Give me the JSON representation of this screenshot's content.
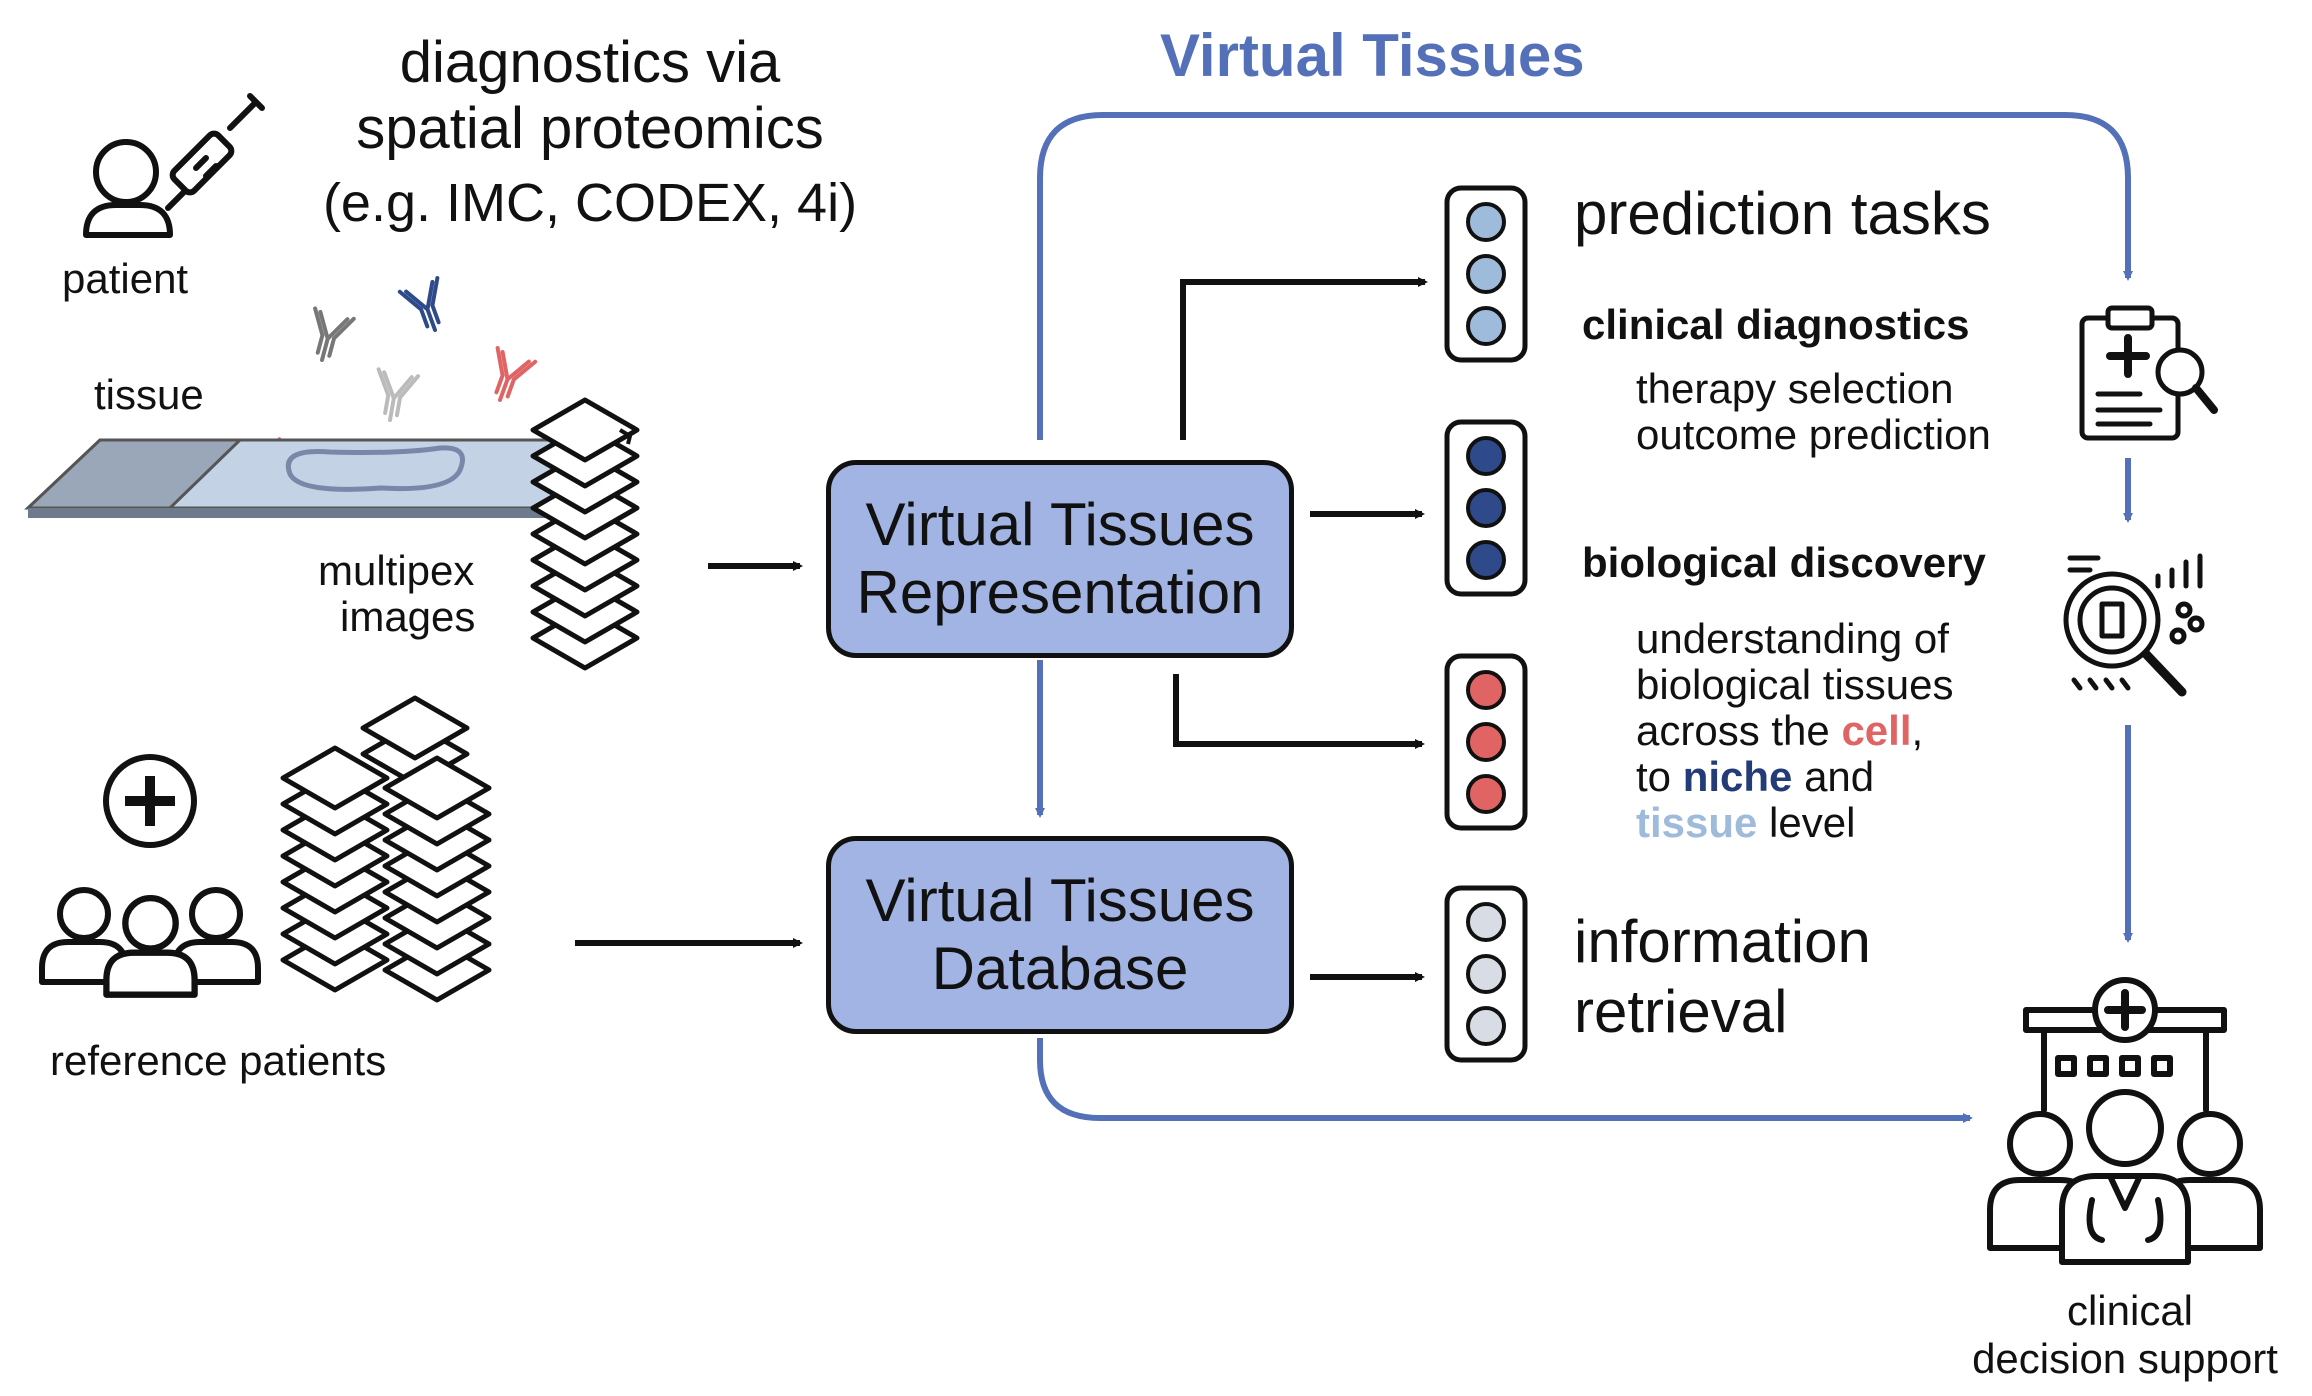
{
  "left": {
    "heading_line1": "diagnostics via",
    "heading_line2": "spatial proteomics",
    "heading_line3": "(e.g. IMC, CODEX, 4i)",
    "patient_label": "patient",
    "tissue_label": "tissue",
    "images_label_line1": "multipex",
    "images_label_line2": "images",
    "reference_label": "reference patients"
  },
  "center": {
    "section_title": "Virtual Tissues",
    "representation_line1": "Virtual Tissues",
    "representation_line2": "Representation",
    "database_line1": "Virtual Tissues",
    "database_line2": "Database"
  },
  "right": {
    "prediction_tasks": "prediction tasks",
    "clinical_diagnostics": "clinical diagnostics",
    "therapy_selection": "therapy selection",
    "outcome_prediction": "outcome prediction",
    "biological_discovery": "biological discovery",
    "bio_line1": "understanding of",
    "bio_line2": "biological tissues",
    "bio_line3_pre": "across the ",
    "bio_line3_cell": "cell",
    "bio_line3_post": ",",
    "bio_line4_pre": "to ",
    "bio_line4_niche": "niche",
    "bio_line4_post": " and",
    "bio_line5_tissue": "tissue",
    "bio_line5_post": " level",
    "information_retrieval_line1": "information",
    "information_retrieval_line2": "retrieval",
    "clinical_support_line1": "clinical",
    "clinical_support_line2": "decision support"
  },
  "colors": {
    "accent_blue": "#5470b8",
    "box_fill": "#a2b4e3",
    "dot_light_blue": "#9fbbdc",
    "dot_dark_blue": "#2f4a8a",
    "dot_red": "#e06464",
    "dot_grey": "#d8dde5",
    "text_dark": "#111111"
  },
  "icons": {
    "patient": "patient-with-syringe-icon",
    "antibodies": "antibody-icon",
    "slide": "tissue-slide-icon",
    "image_stack": "image-stack-icon",
    "reference": "reference-patients-icon",
    "clipboard": "clipboard-search-icon",
    "discovery": "biological-discovery-icon",
    "hospital": "hospital-doctors-icon"
  }
}
